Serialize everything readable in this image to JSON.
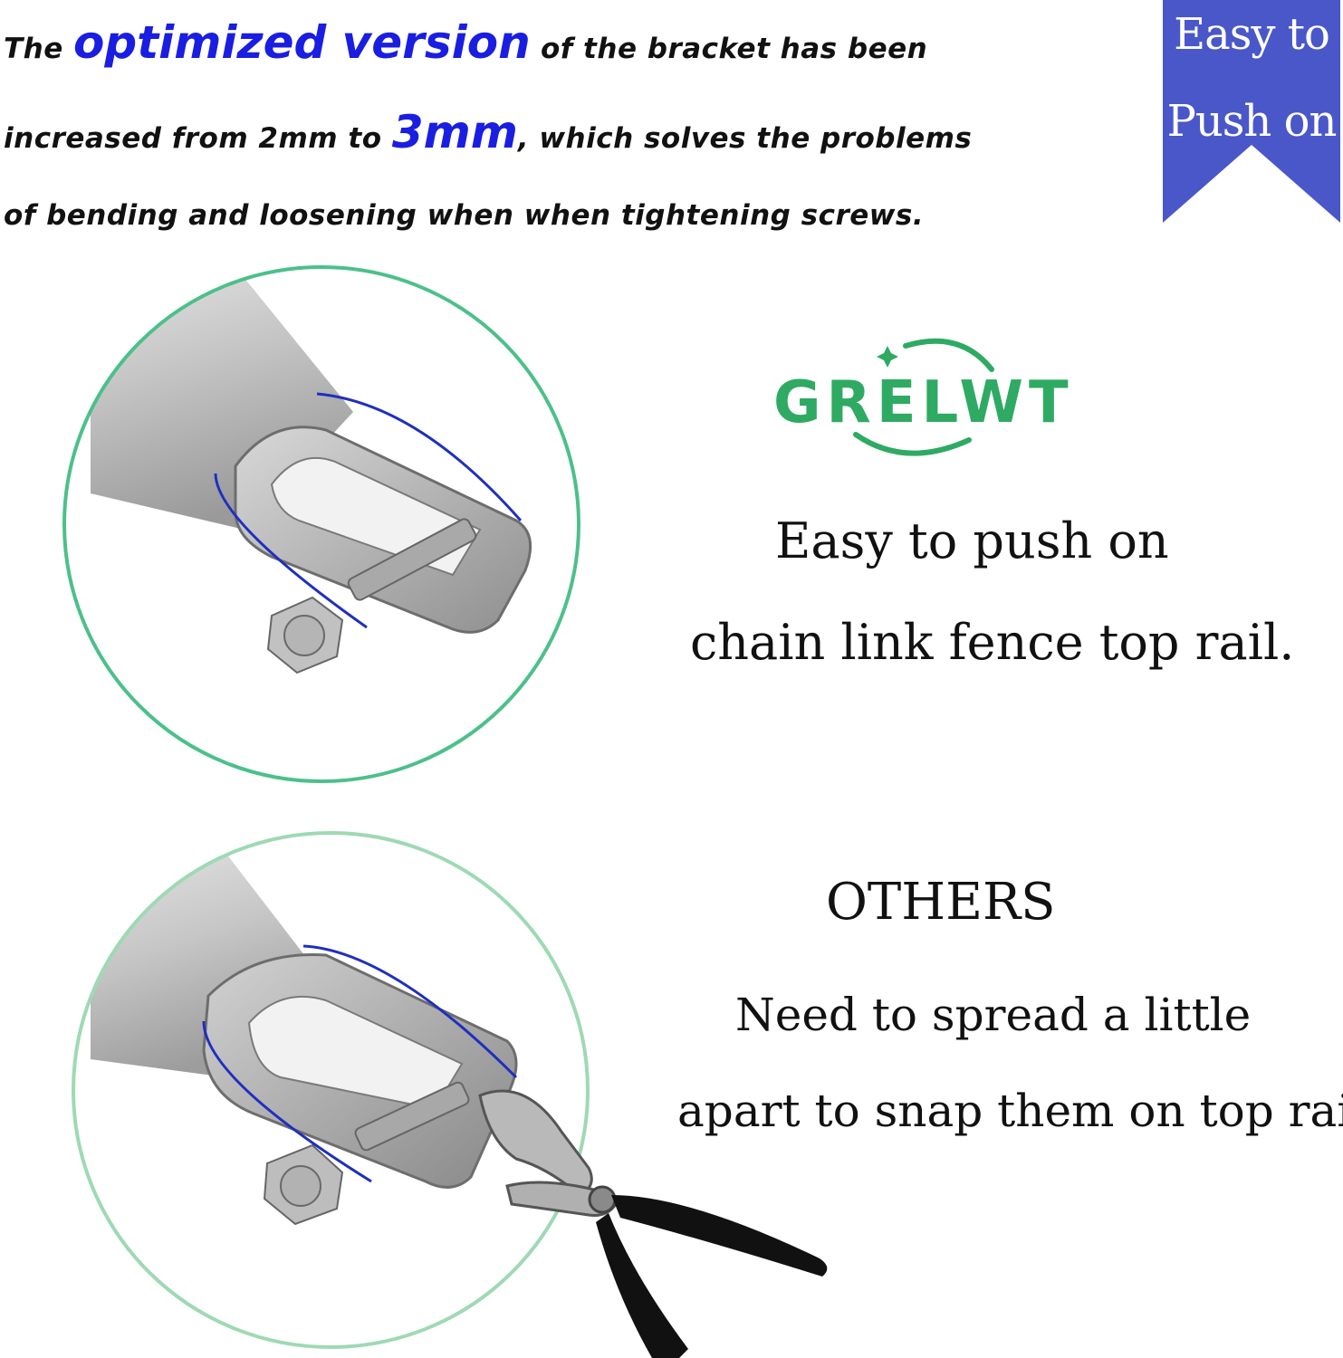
{
  "headline": {
    "line1": {
      "pre": "The ",
      "highlight": "optimized version",
      "post": " of the bracket has been"
    },
    "line2": {
      "pre": "increased from 2mm to ",
      "highlight": "3mm",
      "post": ", which solves the problems"
    },
    "line3": {
      "text": "of bending and loosening when when tightening screws."
    }
  },
  "banner": {
    "line1": "Easy to",
    "line2": "Push on",
    "color": "#4a57c9"
  },
  "logo": {
    "text": "GRELWT",
    "color": "#2eaa63"
  },
  "optimized_section": {
    "line1": "Easy to push on",
    "line2": "chain link fence top rail."
  },
  "others_section": {
    "title": "OTHERS",
    "line1": "Need to spread a  little",
    "line2": "apart to snap them on top rail"
  },
  "colors": {
    "accent_blue": "#1a1ee0",
    "circle_green_1": "#4cc08a",
    "circle_green_2": "#9ed9b4"
  }
}
